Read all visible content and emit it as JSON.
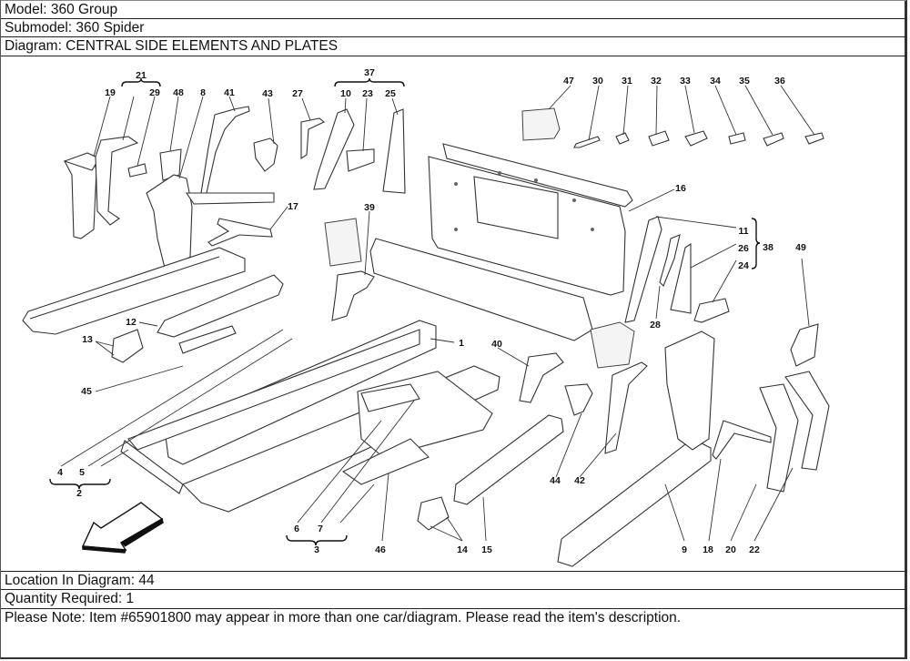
{
  "header": {
    "model": "Model: 360 Group",
    "submodel": "Submodel: 360 Spider",
    "diagram": "Diagram: CENTRAL SIDE ELEMENTS AND PLATES"
  },
  "footer": {
    "location": "Location In Diagram: 44",
    "quantity": "Quantity Required: 1",
    "note": "Please Note: Item #65901800 may appear in more than one car/diagram. Please read the item's description."
  },
  "diagram": {
    "direction_arrow_icon": "arrow-down-left-icon",
    "callouts": {
      "c1": "1",
      "c2": "2",
      "c3": "3",
      "c4": "4",
      "c5": "5",
      "c6": "6",
      "c7": "7",
      "c8": "8",
      "c9": "9",
      "c10": "10",
      "c11": "11",
      "c12": "12",
      "c13": "13",
      "c14": "14",
      "c15": "15",
      "c16": "16",
      "c17": "17",
      "c18": "18",
      "c19": "19",
      "c20": "20",
      "c21": "21",
      "c22": "22",
      "c23": "23",
      "c24": "24",
      "c25": "25",
      "c26": "26",
      "c27": "27",
      "c28": "28",
      "c29": "29",
      "c30": "30",
      "c31": "31",
      "c32": "32",
      "c33": "33",
      "c34": "34",
      "c35": "35",
      "c36": "36",
      "c37": "37",
      "c38": "38",
      "c39": "39",
      "c40": "40",
      "c41": "41",
      "c42": "42",
      "c43": "43",
      "c44": "44",
      "c45": "45",
      "c46": "46",
      "c47": "47",
      "c48": "48",
      "c49": "49"
    }
  }
}
